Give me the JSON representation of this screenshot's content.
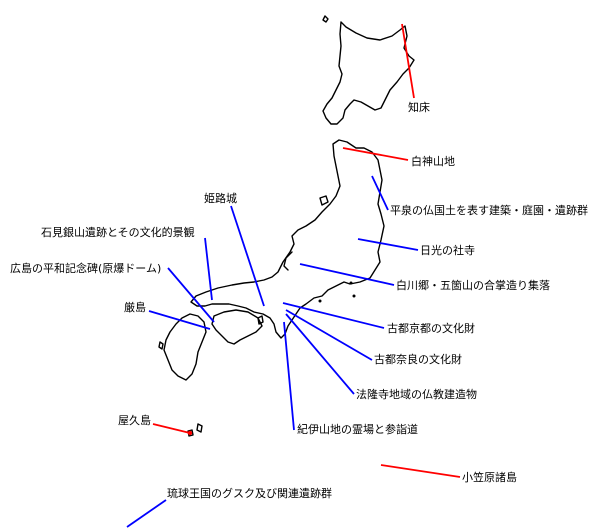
{
  "colors": {
    "natural": "#ff0000",
    "cultural": "#0000ff",
    "coast": "#000000"
  },
  "sites": [
    {
      "id": "shiretoko",
      "label": "知床",
      "category": "natural"
    },
    {
      "id": "shirakami",
      "label": "白神山地",
      "category": "natural"
    },
    {
      "id": "hiraizumi",
      "label": "平泉の仏国土を表す建築・庭園・遺跡群",
      "category": "cultural"
    },
    {
      "id": "nikko",
      "label": "日光の社寺",
      "category": "cultural"
    },
    {
      "id": "shirakawago",
      "label": "白川郷・五箇山の合掌造り集落",
      "category": "cultural"
    },
    {
      "id": "kyoto",
      "label": "古都京都の文化財",
      "category": "cultural"
    },
    {
      "id": "nara",
      "label": "古都奈良の文化財",
      "category": "cultural"
    },
    {
      "id": "horyuji",
      "label": "法隆寺地域の仏教建造物",
      "category": "cultural"
    },
    {
      "id": "kii",
      "label": "紀伊山地の霊場と参詣道",
      "category": "cultural"
    },
    {
      "id": "ogasawara",
      "label": "小笠原諸島",
      "category": "natural"
    },
    {
      "id": "ryukyu",
      "label": "琉球王国のグスク及び関連遺跡群",
      "category": "cultural"
    },
    {
      "id": "yakushima",
      "label": "屋久島",
      "category": "natural"
    },
    {
      "id": "itsukushima",
      "label": "厳島",
      "category": "cultural"
    },
    {
      "id": "hiroshima",
      "label": "広島の平和記念碑(原爆ドーム)",
      "category": "cultural"
    },
    {
      "id": "iwami",
      "label": "石見銀山遺跡とその文化的景観",
      "category": "cultural"
    },
    {
      "id": "himeji",
      "label": "姫路城",
      "category": "cultural"
    }
  ]
}
